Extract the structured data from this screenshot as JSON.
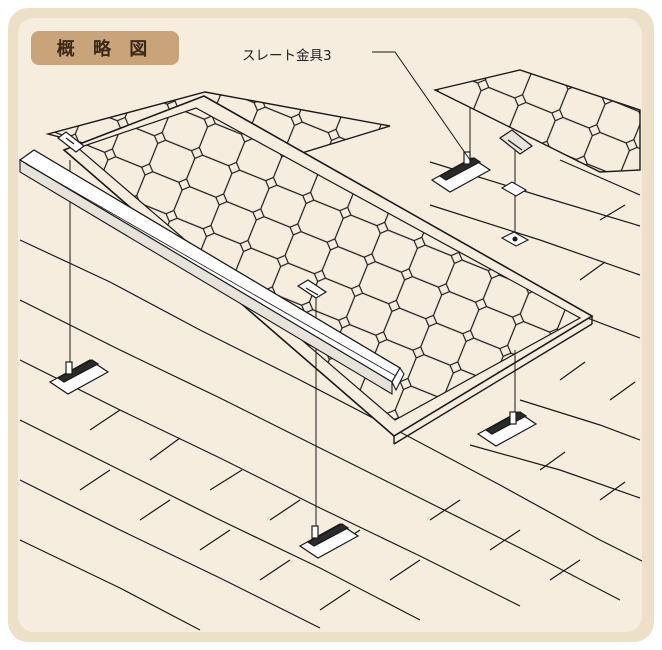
{
  "figure": {
    "title": "概 略 図",
    "callout": "スレート金具3",
    "colors": {
      "panel_background": "#f6eddf",
      "badge": "#c9a47a",
      "line": "#1a1a1a",
      "rail": "#ffffff"
    },
    "parts": [
      "solar-panel",
      "mounting-rail",
      "slate-bracket",
      "end-clamp",
      "roof-tiles"
    ]
  }
}
